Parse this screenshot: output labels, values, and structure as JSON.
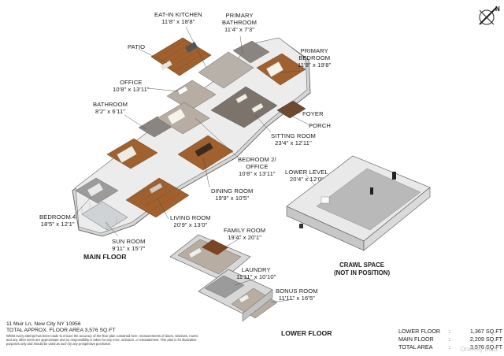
{
  "compass": {
    "north_label": "N"
  },
  "floors": {
    "main": "MAIN FLOOR",
    "lower": "LOWER FLOOR"
  },
  "crawl_space": {
    "line1": "CRAWL SPACE",
    "line2": "(NOT IN POSITION)"
  },
  "rooms": {
    "eat_in_kitchen": {
      "name": "EAT-IN KITCHEN",
      "dims": "11'8\" x 18'8\""
    },
    "primary_bathroom": {
      "name1": "PRIMARY",
      "name2": "BATHROOM",
      "dims": "11'4\" x 7'3\""
    },
    "patio": {
      "name": "PATIO"
    },
    "primary_bedroom": {
      "name1": "PRIMARY",
      "name2": "BEDROOM",
      "dims": "11'8\" x 19'8\""
    },
    "office": {
      "name": "OFFICE",
      "dims": "10'8\" x 13'11\""
    },
    "bathroom": {
      "name": "BATHROOM",
      "dims": "8'2\" x 6'11\""
    },
    "foyer": {
      "name": "FOYER"
    },
    "porch": {
      "name": "PORCH"
    },
    "sitting_room": {
      "name": "SITTING ROOM",
      "dims": "23'4\" x 12'11\""
    },
    "bedroom2": {
      "name1": "BEDROOM 2/",
      "name2": "OFFICE",
      "dims": "10'8\" x 13'11\""
    },
    "lower_level": {
      "name": "LOWER LEVEL",
      "dims": "20'4\" x 12'0\""
    },
    "dining_room": {
      "name": "DINING ROOM",
      "dims": "19'9\" x 10'5\""
    },
    "bedroom4": {
      "name": "BEDROOM 4",
      "dims": "18'5\" x 12'1\""
    },
    "living_room": {
      "name": "LIVING ROOM",
      "dims": "20'9\" x 13'0\""
    },
    "family_room": {
      "name": "FAMILY ROOM",
      "dims": "19'4\" x 20'1\""
    },
    "sun_room": {
      "name": "SUN ROOM",
      "dims": "9'11\" x 15'7\""
    },
    "laundry": {
      "name": "LAUNDRY",
      "dims": "11'11\" x 10'10\""
    },
    "bonus_room": {
      "name": "BONUS ROOM",
      "dims": "11'11\" x 16'5\""
    }
  },
  "footer": {
    "address": "11 Muir Ln, New City NY 10956",
    "total_approx": "TOTAL APPROX. FLOOR AREA 3,576 SQ.FT",
    "disclaimer": "Whilst every attempt has been made to ensure the accuracy of the floor plan contained here, measurements of doors, windows, rooms and any other items are approximate and no responsibility is taken for any error, omission, or misstatement. This plan is for illustrative purposes only and should be used as such by any prospective purchaser."
  },
  "area_totals": [
    {
      "label": "LOWER FLOOR",
      "sep": ":",
      "value": "1,367 SQ.FT"
    },
    {
      "label": "MAIN FLOOR",
      "sep": ":",
      "value": "2,209 SQ.FT"
    },
    {
      "label": "TOTAL AREA",
      "sep": ":",
      "value": "3,576 SQ.FT"
    }
  ],
  "watermark": "OneKey MLS",
  "colors": {
    "wood": "#a0612e",
    "wood_dark": "#7a4520",
    "tile": "#8a8580",
    "wall": "#f4f4f4",
    "wall_shade": "#c9c9c9",
    "carpet": "#b8ada2",
    "floor_gray": "#9b9b9b"
  }
}
